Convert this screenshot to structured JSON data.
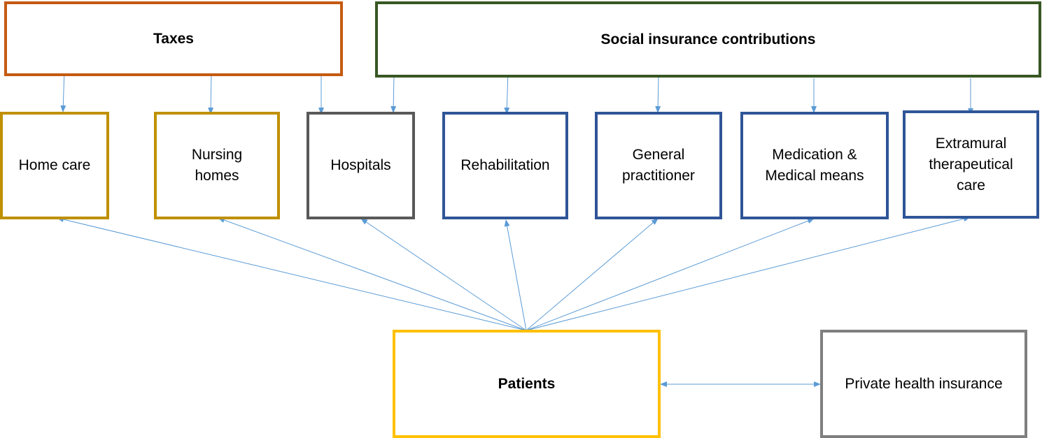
{
  "funding": {
    "taxes": "Taxes",
    "social": "Social insurance contributions"
  },
  "providers": {
    "home_care": "Home care",
    "nursing_homes": "Nursing\nhomes",
    "hospitals": "Hospitals",
    "rehabilitation": "Rehabilitation",
    "general_practitioner": "General\npractitioner",
    "medication": "Medication &\nMedical means",
    "extramural": "Extramural\ntherapeutical\ncare"
  },
  "patients": "Patients",
  "private_insurance": "Private health insurance",
  "colors": {
    "taxes": "#c55a11",
    "social": "#385723",
    "local": "#bf9000",
    "hospital": "#595959",
    "insurance": "#2f5597",
    "patients": "#ffc000",
    "private": "#7f7f7f",
    "arrow": "#5b9bd5"
  }
}
